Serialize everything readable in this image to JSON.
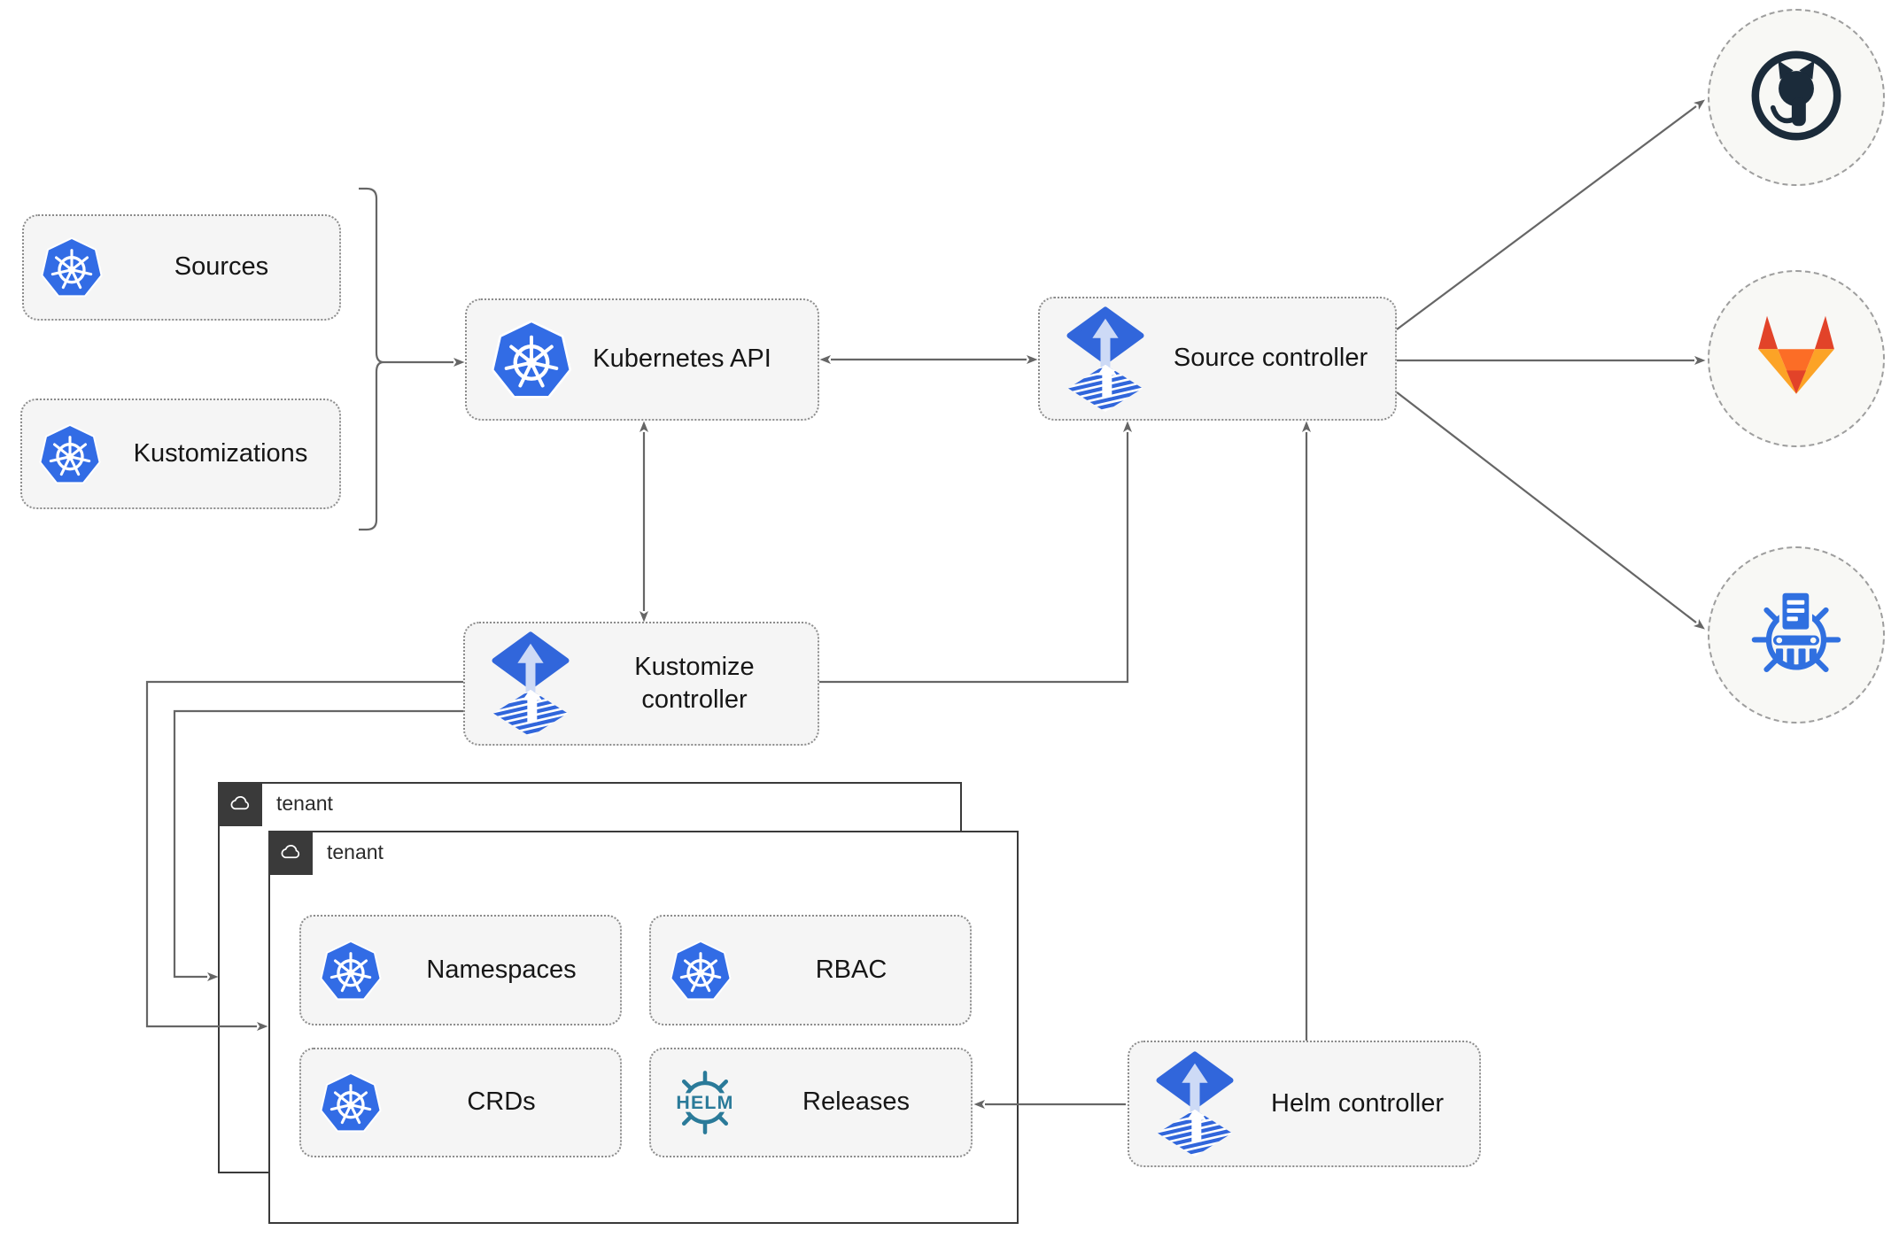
{
  "nodes": {
    "sources": {
      "label": "Sources"
    },
    "kustomizations": {
      "label": "Kustomizations"
    },
    "kubernetes_api": {
      "label": "Kubernetes API"
    },
    "source_controller": {
      "label": "Source controller"
    },
    "kustomize_controller": {
      "label": "Kustomize controller"
    },
    "helm_controller": {
      "label": "Helm controller"
    },
    "tenant_outer": {
      "label": "tenant"
    },
    "tenant_inner": {
      "label": "tenant"
    },
    "namespaces": {
      "label": "Namespaces"
    },
    "rbac": {
      "label": "RBAC"
    },
    "crds": {
      "label": "CRDs"
    },
    "releases": {
      "label": "Releases"
    }
  },
  "logos": {
    "helm_wordmark": "HELM",
    "github": "github-octocat-mark",
    "gitlab": "gitlab-tanuki-mark",
    "chartmuseum": "chartmuseum-wheel-mark",
    "kubernetes": "kubernetes-helm-wheel",
    "flux": "flux-diamond-arrow"
  },
  "colors": {
    "kubernetes_blue": "#326CE5",
    "flux_blue": "#3166DB",
    "flux_light_blue": "#CDDAF6",
    "helm_teal": "#2A7A99",
    "github_dark": "#1B2B3A",
    "gitlab_red_orange": "#E24329",
    "gitlab_orange": "#FC6D26",
    "gitlab_light_orange": "#FCA326",
    "connector_gray": "#666666",
    "node_fill": "#F5F5F5",
    "tenant_border": "#3A3A3A"
  }
}
